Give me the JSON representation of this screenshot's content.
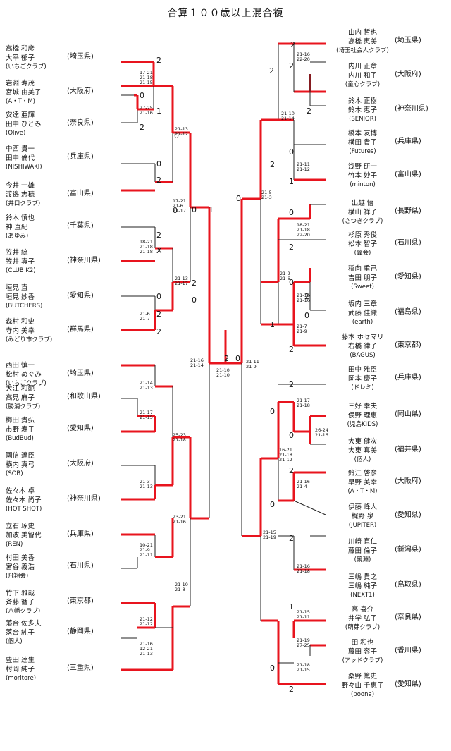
{
  "title": "合算１００歳以上混合複",
  "left_entries": [
    {
      "names": [
        "高橋 和彦",
        "大平 郁子"
      ],
      "club": "(いちごクラブ)",
      "pref": "(埼玉県)"
    },
    {
      "names": [
        "岩淵 寿茂",
        "宮城 由美子"
      ],
      "club": "(A・T・M)",
      "pref": "(大阪府)"
    },
    {
      "names": [
        "安達 亜輝",
        "田中 ひとみ"
      ],
      "club": "(Olive)",
      "pref": "(奈良県)"
    },
    {
      "names": [
        "中西 貴一",
        "田中 倫代"
      ],
      "club": "(NISHIWAKI)",
      "pref": "(兵庫県)"
    },
    {
      "names": [
        "今井 一雄",
        "渡邉 志穂"
      ],
      "club": "(井口クラブ)",
      "pref": "(富山県)"
    },
    {
      "names": [
        "鈴木 慎也",
        "神 直紀"
      ],
      "club": "(あゆみ)",
      "pref": "(千葉県)"
    },
    {
      "names": [
        "笠井 統",
        "笠井 真子"
      ],
      "club": "(CLUB K2)",
      "pref": "(神奈川県)"
    },
    {
      "names": [
        "垣見 直",
        "垣見 妙香"
      ],
      "club": "(BUTCHERS)",
      "pref": "(愛知県)"
    },
    {
      "names": [
        "森村 和史",
        "寺内 美幸"
      ],
      "club": "(みどり市クラブ)",
      "pref": "(群馬県)"
    },
    {
      "names": [
        "西田 慎一",
        "松村 めぐみ"
      ],
      "club": "(いちごクラブ)",
      "pref": "(埼玉県)"
    },
    {
      "names": [
        "大江 和範",
        "高見 麻子"
      ],
      "club": "(勝浦クラブ)",
      "pref": "(和歌山県)"
    },
    {
      "names": [
        "梅田 貴弘",
        "市野 寿子"
      ],
      "club": "(BudBud)",
      "pref": "(愛知県)"
    },
    {
      "names": [
        "國信 達臣",
        "横内 真弓"
      ],
      "club": "(SOB)",
      "pref": "(大阪府)"
    },
    {
      "names": [
        "佐々木 卓",
        "佐々木 尚子"
      ],
      "club": "(HOT SHOT)",
      "pref": "(神奈川県)"
    },
    {
      "names": [
        "立石 琢史",
        "加波 美智代"
      ],
      "club": "(REN)",
      "pref": "(兵庫県)"
    },
    {
      "names": [
        "村田 美香",
        "宮谷 義浩"
      ],
      "club": "(飛翔会)",
      "pref": "(石川県)"
    },
    {
      "names": [
        "竹下 雅哉",
        "斉藤 循子"
      ],
      "club": "(八幡クラブ)",
      "pref": "(東京都)"
    },
    {
      "names": [
        "落合 佐多夫",
        "落合 純子"
      ],
      "club": "(個人)",
      "pref": "(静岡県)"
    },
    {
      "names": [
        "豊田 達生",
        "村岡 純子"
      ],
      "club": "(moritore)",
      "pref": "(三重県)"
    }
  ],
  "right_entries": [
    {
      "names": [
        "山内 哲也",
        "高橋 恵美"
      ],
      "club": "(埼玉社会人クラブ)",
      "pref": "(埼玉県)"
    },
    {
      "names": [
        "内川 正章",
        "内川 和子"
      ],
      "club": "(童心クラブ)",
      "pref": "(大阪府)"
    },
    {
      "names": [
        "鈴木 正樹",
        "鈴木 恵子"
      ],
      "club": "(SENIOR)",
      "pref": "(神奈川県)"
    },
    {
      "names": [
        "橋本 友博",
        "横田 貴子"
      ],
      "club": "(Futures)",
      "pref": "(兵庫県)"
    },
    {
      "names": [
        "浅野 研一",
        "竹本 妙子"
      ],
      "club": "(minton)",
      "pref": "(富山県)"
    },
    {
      "names": [
        "出越 悟",
        "横山 祥子"
      ],
      "club": "(さつきクラブ)",
      "pref": "(長野県)"
    },
    {
      "names": [
        "杉原 秀俊",
        "松本 智子"
      ],
      "club": "(翼会)",
      "pref": "(石川県)"
    },
    {
      "names": [
        "稲向 重己",
        "吉田 朋子"
      ],
      "club": "(Sweet)",
      "pref": "(愛知県)"
    },
    {
      "names": [
        "坂内 三章",
        "武藤 佳織"
      ],
      "club": "(earth)",
      "pref": "(福島県)"
    },
    {
      "names": [
        "藤本 ホセマリ",
        "右橋 律子"
      ],
      "club": "(BAGUS)",
      "pref": "(東京都)"
    },
    {
      "names": [
        "田中 雅臣",
        "岡本 慶子"
      ],
      "club": "(ドレミ)",
      "pref": "(兵庫県)"
    },
    {
      "names": [
        "三好 幸夫",
        "俣野 理恵"
      ],
      "club": "(児島KIDS)",
      "pref": "(岡山県)"
    },
    {
      "names": [
        "大東 健次",
        "大東 真美"
      ],
      "club": "(個人)",
      "pref": "(福井県)"
    },
    {
      "names": [
        "鈴江 啓彦",
        "早野 美幸"
      ],
      "club": "(A・T・M)",
      "pref": "(大阪府)"
    },
    {
      "names": [
        "伊藤 峰人",
        "梶野 泉"
      ],
      "club": "(JUPITER)",
      "pref": "(愛知県)"
    },
    {
      "names": [
        "川崎 直仁",
        "藤田 倫子"
      ],
      "club": "(鏡淵)",
      "pref": "(新潟県)"
    },
    {
      "names": [
        "三嶋 貴之",
        "三嶋 純子"
      ],
      "club": "(NEXT1)",
      "pref": "(鳥取県)"
    },
    {
      "names": [
        "高 喜介",
        "井学 弘子"
      ],
      "club": "(萌芽クラブ)",
      "pref": "(奈良県)"
    },
    {
      "names": [
        "田 和也",
        "藤田 容子"
      ],
      "club": "(アッドクラブ)",
      "pref": "(香川県)"
    },
    {
      "names": [
        "桑野 篤史",
        "野々山 千恵子"
      ],
      "club": "(poona)",
      "pref": "(愛知県)"
    }
  ],
  "scores": [
    "17-21\n21-18\n21-15",
    "27-25\n21-16",
    "21-13\n21-12",
    "17-21\n21-6\n21-17",
    "18-21\n21-18\n21-18",
    "21-13\n21-17",
    "21-6\n21-7",
    "21-14\n21-13",
    "21-17\n21-15",
    "25-23\n21-18",
    "21-3\n21-13",
    "10-21\n21-9\n21-11",
    "21-12\n21-12",
    "21-16\n12-21\n21-13",
    "21-10\n21-8",
    "23-21\n21-16",
    "21-16\n21-14",
    "21-10\n21-10",
    "21-11\n21-9",
    "21-16\n22-20",
    "21-10\n21-14",
    "21-11\n21-12",
    "21-5\n21-3",
    "18-21\n21-18\n22-20",
    "21-9\n21-6",
    "21-16\n21-16",
    "21-7\n21-9",
    "21-17\n21-18",
    "26-24\n21-16",
    "16-21\n21-18\n21-12",
    "21-16\n21-4",
    "21-16\n21-18",
    "21-15\n21-11",
    "21-19\n27-25",
    "21-18\n21-15",
    "21-15\n21-19"
  ],
  "results": [
    "2",
    "0",
    "2",
    "1",
    "0",
    "2",
    "0",
    "2",
    "X",
    "0",
    "2",
    "0",
    "2",
    "0",
    "2",
    "0",
    "1",
    "2",
    "0",
    "2",
    "2",
    "2",
    "0",
    "1",
    "2",
    "0",
    "2",
    "0",
    "2",
    "0",
    "2",
    "0",
    "2",
    "1",
    "2",
    "0",
    "0",
    "2",
    "0",
    "2",
    "1",
    "0",
    "2"
  ]
}
